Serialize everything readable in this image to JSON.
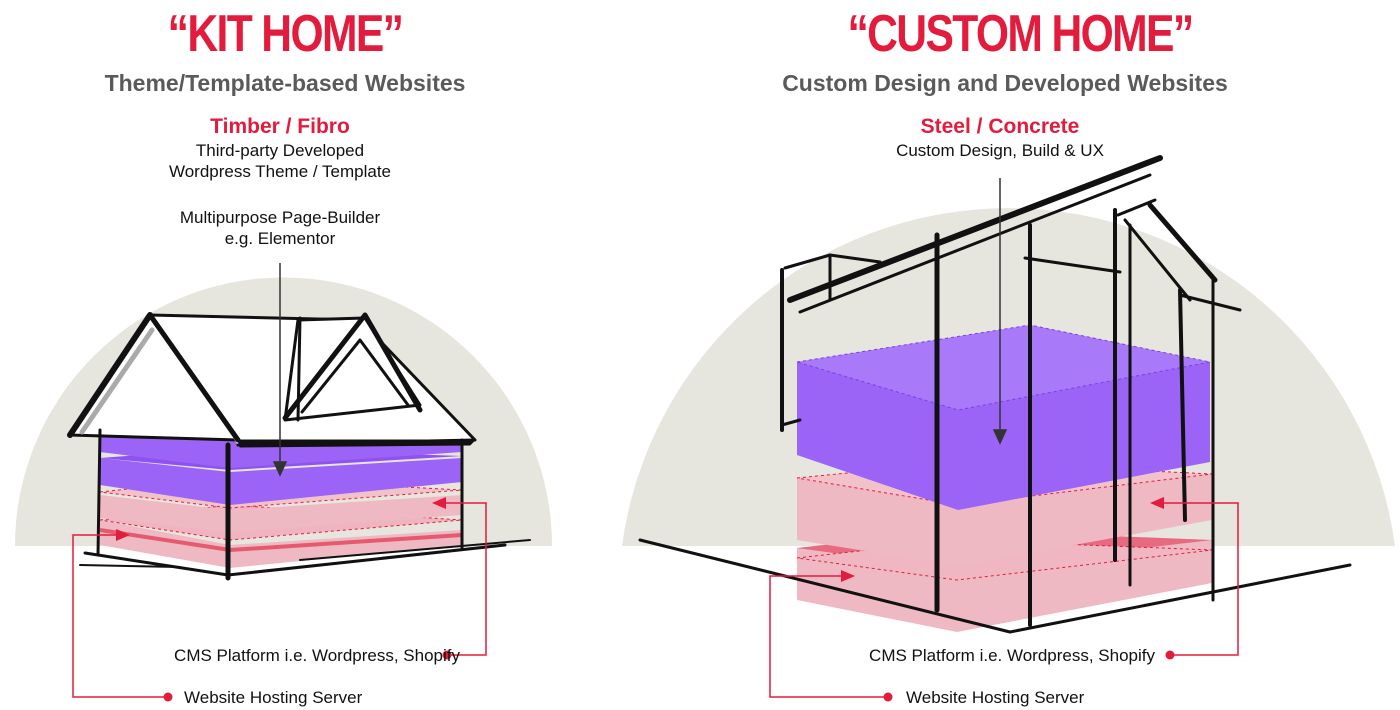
{
  "left": {
    "title": "“KIT HOME”",
    "subtitle": "Theme/Template-based Websites",
    "material": "Timber / Fibro",
    "desc_line1": "Third-party Developed",
    "desc_line2": "Wordpress Theme / Template",
    "builder_line1": "Multipurpose Page-Builder",
    "builder_line2": "e.g. Elementor",
    "cms_label": "CMS Platform i.e. Wordpress, Shopify",
    "hosting_label": "Website Hosting Server"
  },
  "right": {
    "title": "“CUSTOM HOME”",
    "subtitle": "Custom Design and Developed Websites",
    "material": "Steel / Concrete",
    "desc_line1": "Custom Design, Build & UX",
    "cms_label": "CMS Platform i.e. Wordpress, Shopify",
    "hosting_label": "Website Hosting Server"
  },
  "colors": {
    "accent_red": "#e31b3c",
    "purple": "#9b63f6",
    "pink": "#eeb9c3",
    "dome": "#e6e5de",
    "subtitle_gray": "#5a5a5a"
  }
}
